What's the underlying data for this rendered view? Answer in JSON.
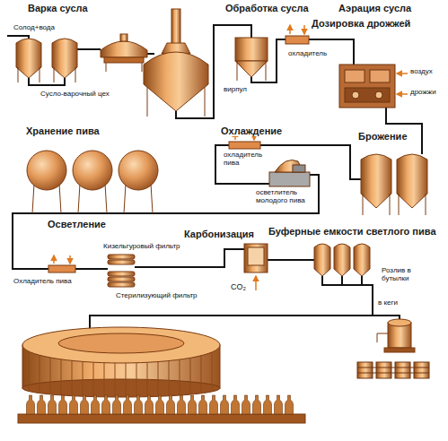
{
  "diagram": {
    "labels": [
      "Варка сусла",
      "Обработка сусла",
      "Аэрация сусла",
      "Дозировка дрожжей",
      "Солод+вода",
      "воздух",
      "охладитель",
      "вирпул",
      "дрожжи",
      "Сусло-варочный цех",
      "Хранение пива",
      "Охлаждение",
      "Брожение",
      "охладитель пива",
      "осветлитель молодого пива",
      "Осветление",
      "Карбонизация",
      "Буферные емкости светлого пива",
      "Кизельгуровый фильтр",
      "Охладитель пива",
      "CO₂",
      "Стерилизующий фильтр",
      "Розлив в бутылки",
      "в кеги"
    ]
  }
}
